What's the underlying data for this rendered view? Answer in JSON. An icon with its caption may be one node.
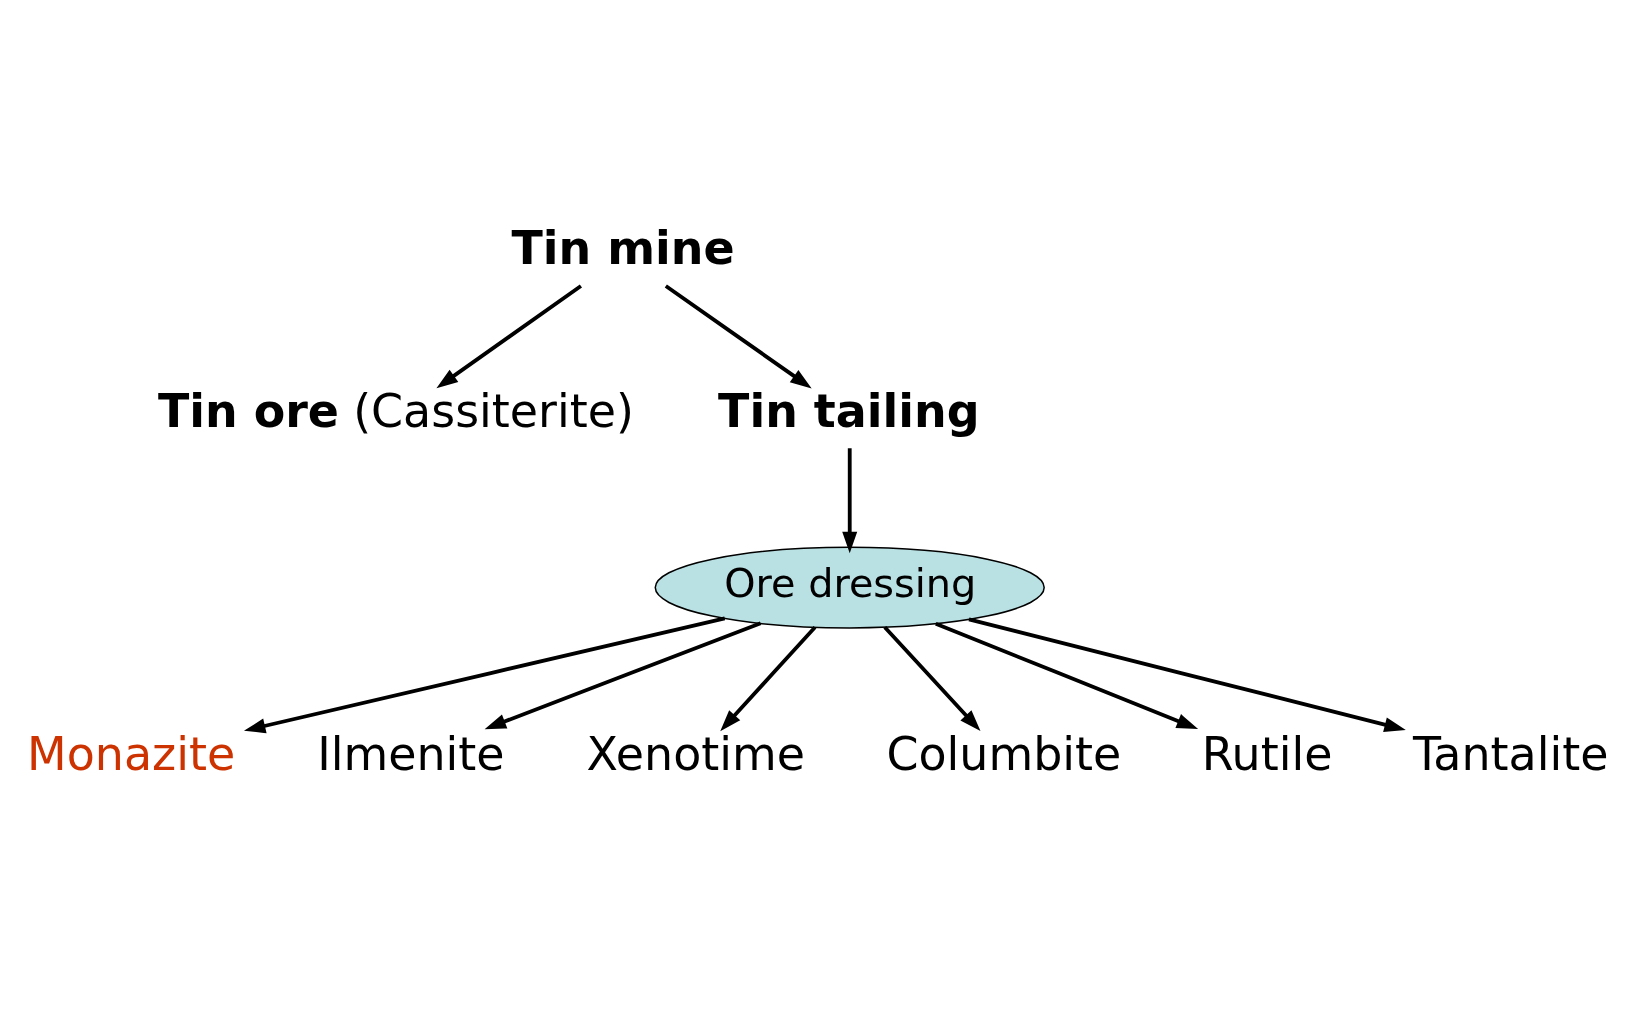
{
  "diagram": {
    "nodes": [
      {
        "text": [
          "**Tin mine**"
        ]
      },
      {
        "text": [
          "**Tin ore** (Cassiterite)"
        ]
      },
      {
        "text": [
          "**Tin tailing**"
        ]
      },
      {
        "text": [
          "Ore dressing"
        ]
      },
      {
        "text": [
          "Monazite"
        ]
      },
      {
        "text": [
          "Ilmenite"
        ]
      },
      {
        "text": [
          "Xenotime"
        ]
      },
      {
        "text": [
          "Columbite"
        ]
      },
      {
        "text": [
          "Rutile"
        ]
      },
      {
        "text": [
          "Tantalite"
        ]
      }
    ],
    "edges": [
      {
        "from": 0,
        "to": 1,
        "arrow": "to"
      },
      {
        "from": 0,
        "to": 2,
        "arrow": "to"
      },
      {
        "from": 2,
        "to": 3,
        "arrow": "to"
      },
      {
        "from": 3,
        "to": 4,
        "arrow": "to"
      },
      {
        "from": 3,
        "to": 5,
        "arrow": "to"
      },
      {
        "from": 3,
        "to": 6,
        "arrow": "to"
      },
      {
        "from": 3,
        "to": 7,
        "arrow": "to"
      },
      {
        "from": 3,
        "to": 8,
        "arrow": "to"
      },
      {
        "from": 3,
        "to": 9,
        "arrow": "to"
      }
    ]
  }
}
